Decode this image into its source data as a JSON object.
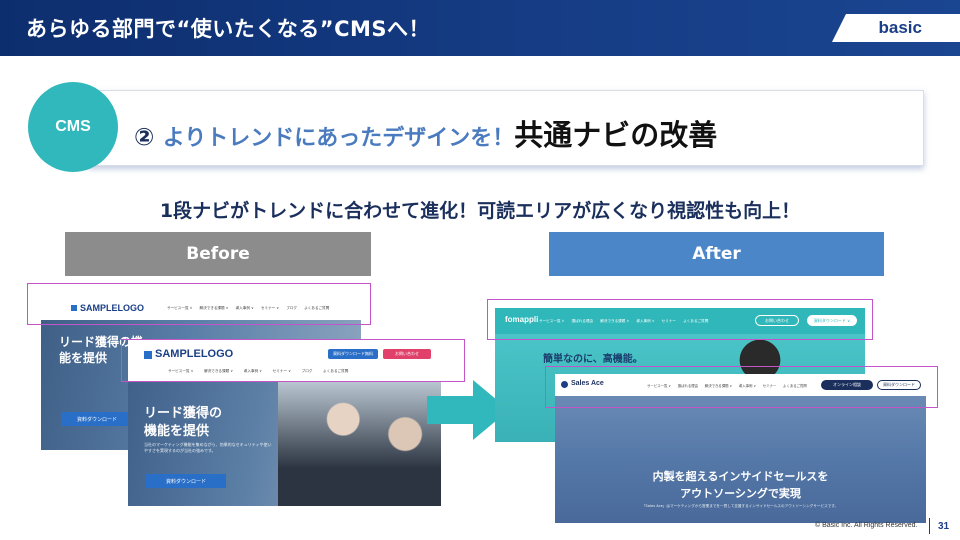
{
  "header": {
    "title": "あらゆる部門で“使いたくなる”CMSへ！",
    "logo": "basic"
  },
  "badge": {
    "label": "CMS"
  },
  "title": {
    "num": "②",
    "sub": "よりトレンドにあったデザインを！",
    "main": "共通ナビの改善"
  },
  "subheading": "1段ナビがトレンドに合わせて進化！可読エリアが広くなり視認性も向上！",
  "before": {
    "label": "Before",
    "back": {
      "logo": "SAMPLELOGO",
      "nav": "サービス一覧 ∨　　解決できる課題 ∨　　導入事例 ∨　　セミナー ∨　　ブログ　　よくあるご質問",
      "hero": "リード獲得の機能を提供",
      "cta": "資料ダウンロード"
    },
    "front": {
      "logo": "SAMPLELOGO",
      "btn1": "資料ダウンロード無料",
      "btn2": "お問い合わせ",
      "nav": "サービス一覧 ∨　　　解決できる課題 ∨　　　導入事例 ∨　　　セミナー ∨　　　ブログ　　　よくあるご質問",
      "hero1": "リード獲得の",
      "hero2": "機能を提供",
      "body": "当社のマーケティング機能を集めながら、効果的なセキュリティや使いやすさを実現するのが当社の強みです。",
      "cta": "資料ダウンロード"
    }
  },
  "after": {
    "label": "After",
    "back": {
      "logo": "fomappli",
      "nav": "サービス一覧 ∨　　選ばれる理由　　解決できる課題 ∨　　導入事例 ∨　　セミナー　　よくあるご質問",
      "btn1": "お問い合わせ",
      "btn2": "資料ダウンロード ∨",
      "hero": "簡単なのに、高機能。"
    },
    "front": {
      "logo": "Sales Ace",
      "nav": "サービス一覧 ∨　　選ばれる理由　　解決できる課題 ∨　　導入事例 ∨　　セミナー　　よくあるご質問",
      "btn1": "オンライン相談",
      "btn2": "資料ダウンロード",
      "hero1": "内製を超えるインサイドセールスを",
      "hero2": "アウトソーシングで実現",
      "body": "「Sales Ace」はマーケティングから営業までを一貫して支援するインサイドセールスのアウトソーシングサービスです。"
    }
  },
  "footer": {
    "copyright": "© Basic Inc. All Rights Reserved.",
    "page": "31"
  },
  "colors": {
    "header": "#163d86",
    "teal": "#31b8bc",
    "before": "#8c8c8c",
    "after": "#4b86c8",
    "highlight": "#c455c8"
  }
}
